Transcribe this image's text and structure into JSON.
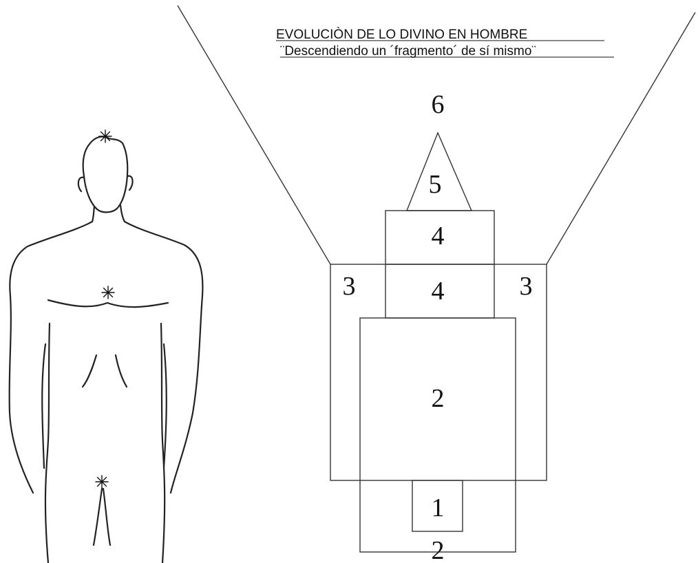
{
  "title": {
    "line1": "EVOLUCIÒN DE LO DIVINO EN HOMBRE",
    "line2": "¨Descendiendo un ´fragmento´ de sí mismo¨"
  },
  "levels": {
    "l6": "6",
    "l5": "5",
    "l4_upper": "4",
    "l4_lower": "4",
    "l3_left": "3",
    "l3_right": "3",
    "l2_main": "2",
    "l1": "1",
    "l2_bottom": "2"
  },
  "figure": {
    "markers": [
      "head-star",
      "chest-star",
      "groin-star"
    ]
  }
}
